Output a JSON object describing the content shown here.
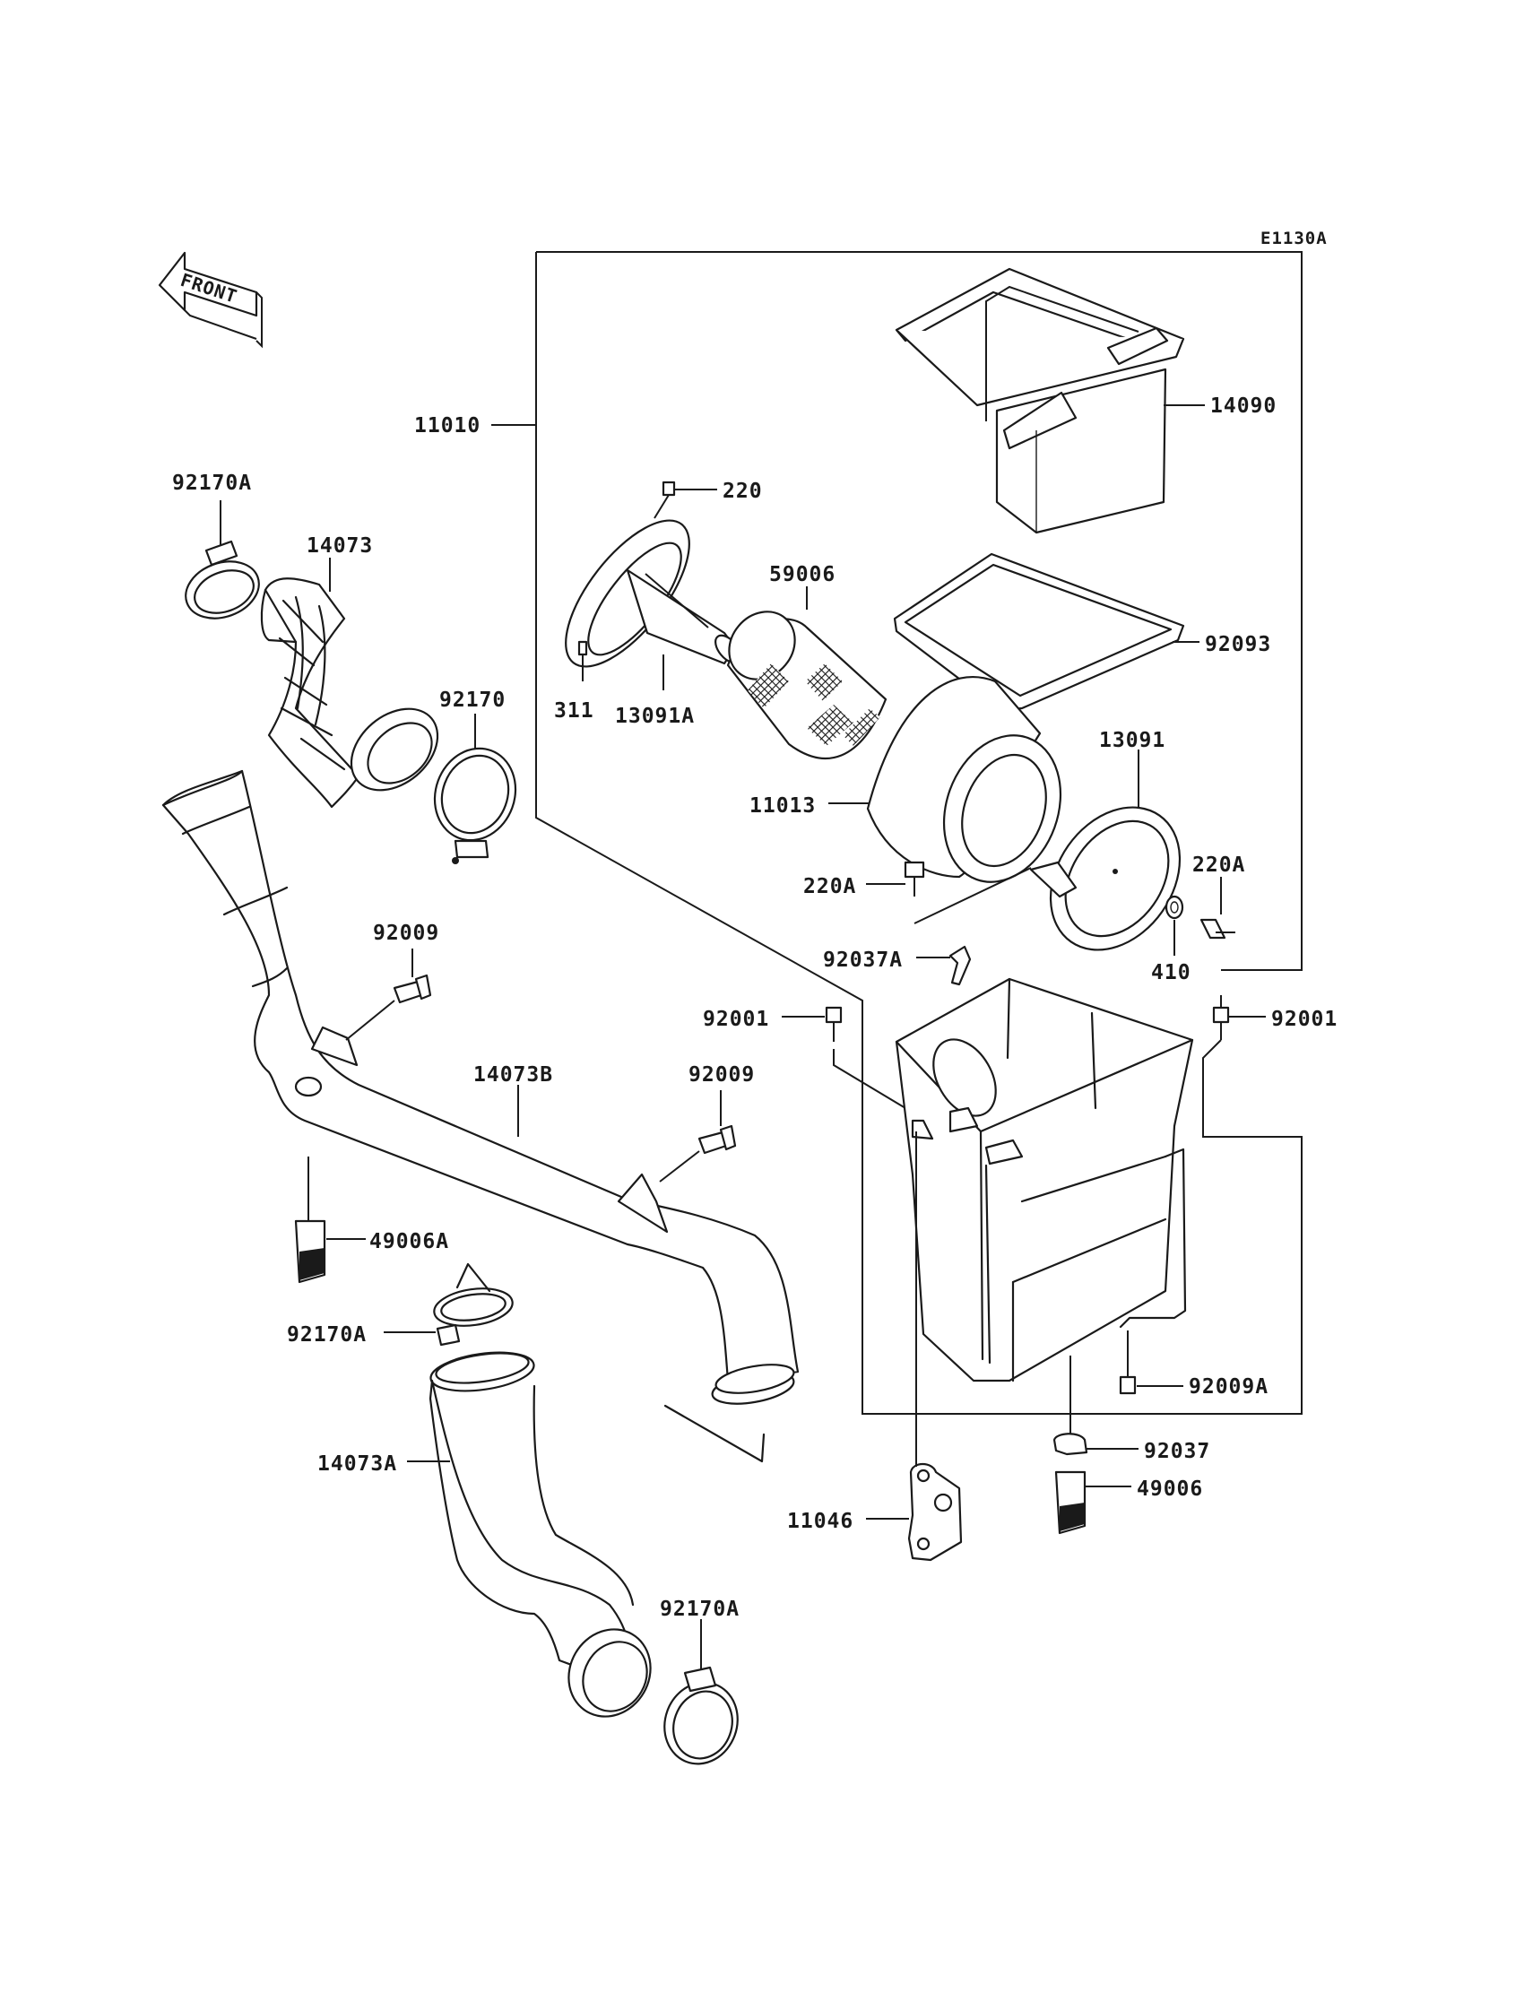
{
  "diagram_code": "E1130A",
  "front_label": "FRONT",
  "parts": {
    "p11010": "11010",
    "p14090": "14090",
    "p220": "220",
    "p59006": "59006",
    "p92093": "92093",
    "p311": "311",
    "p13091A": "13091A",
    "p13091": "13091",
    "p11013": "11013",
    "p220A_left": "220A",
    "p220A_right": "220A",
    "p410": "410",
    "p92037A": "92037A",
    "p92001_left": "92001",
    "p92001_right": "92001",
    "p92170A_top": "92170A",
    "p14073": "14073",
    "p92170": "92170",
    "p92009_upper": "92009",
    "p14073B": "14073B",
    "p92009_mid": "92009",
    "p49006A": "49006A",
    "p92170A_mid": "92170A",
    "p14073A": "14073A",
    "p92170A_bottom": "92170A",
    "p92009A": "92009A",
    "p92037": "92037",
    "p49006": "49006",
    "p11046": "11046"
  }
}
